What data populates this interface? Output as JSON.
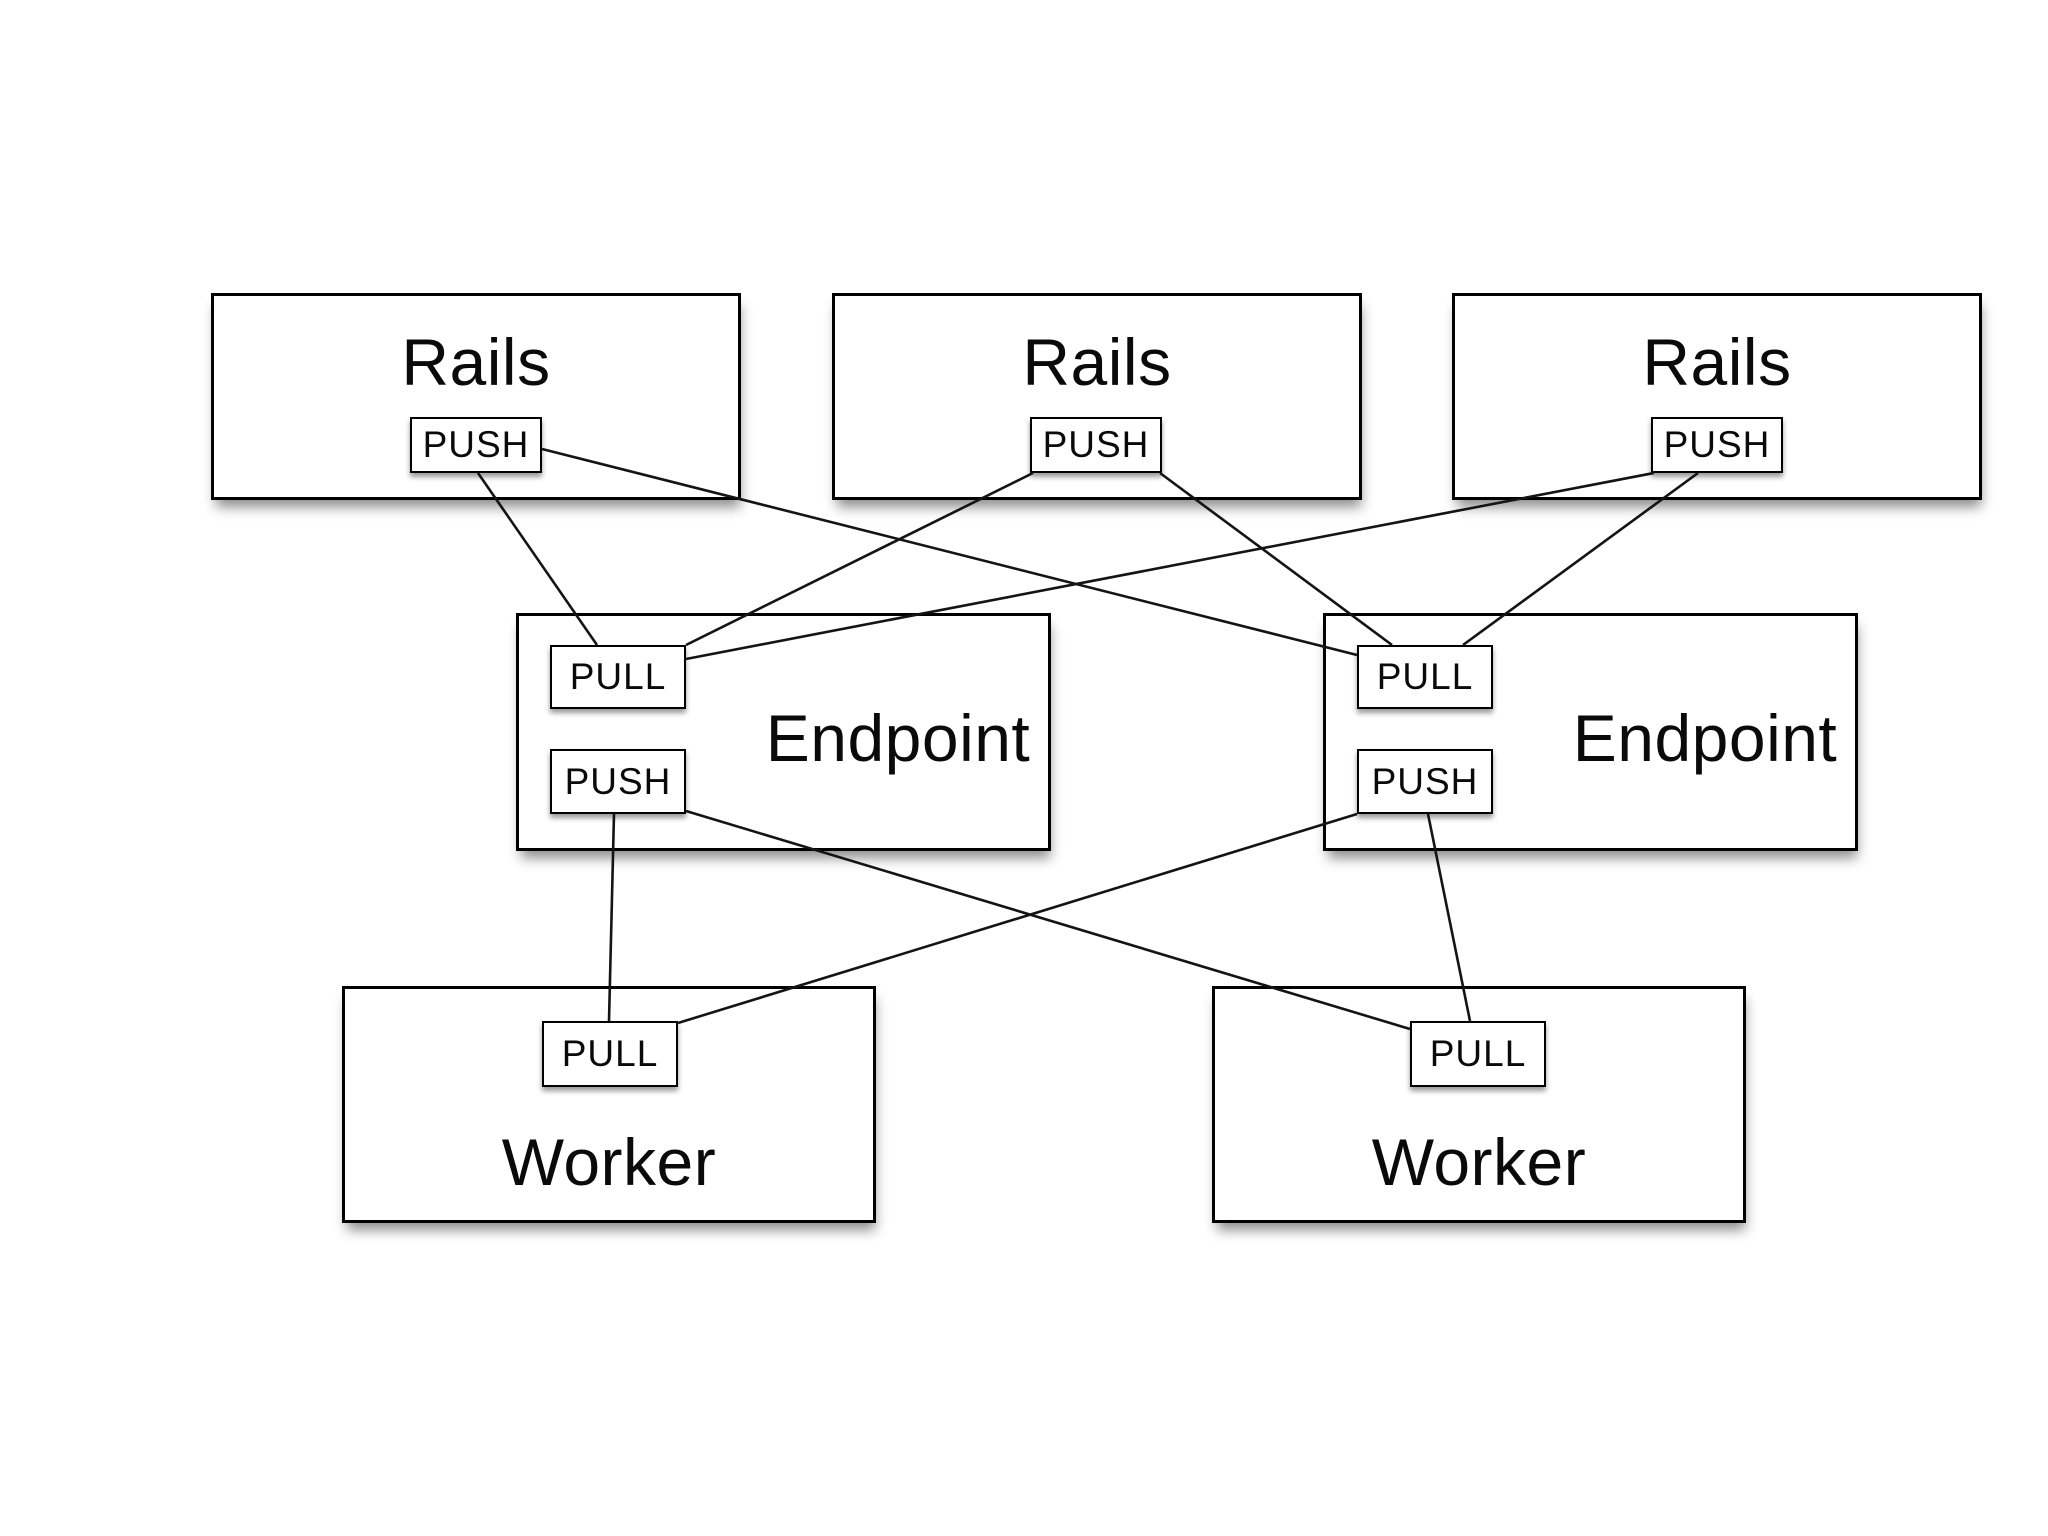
{
  "colors": {
    "background": "#ffffff",
    "box_fill": "#ffffff",
    "box_border": "#000000",
    "edge_line": "#141414",
    "shadow": "rgba(0,0,0,0.45)"
  },
  "diagram": {
    "rails": [
      {
        "title": "Rails",
        "push_label": "PUSH"
      },
      {
        "title": "Rails",
        "push_label": "PUSH"
      },
      {
        "title": "Rails",
        "push_label": "PUSH"
      }
    ],
    "endpoints": [
      {
        "title": "Endpoint",
        "pull_label": "PULL",
        "push_label": "PUSH"
      },
      {
        "title": "Endpoint",
        "pull_label": "PULL",
        "push_label": "PUSH"
      }
    ],
    "workers": [
      {
        "title": "Worker",
        "pull_label": "PULL"
      },
      {
        "title": "Worker",
        "pull_label": "PULL"
      }
    ],
    "connections": [
      {
        "from": "rails-1.push",
        "to": "endpoint-1.pull"
      },
      {
        "from": "rails-1.push",
        "to": "endpoint-2.pull"
      },
      {
        "from": "rails-2.push",
        "to": "endpoint-1.pull"
      },
      {
        "from": "rails-2.push",
        "to": "endpoint-2.pull"
      },
      {
        "from": "rails-3.push",
        "to": "endpoint-1.pull"
      },
      {
        "from": "rails-3.push",
        "to": "endpoint-2.pull"
      },
      {
        "from": "endpoint-1.push",
        "to": "worker-1.pull"
      },
      {
        "from": "endpoint-1.push",
        "to": "worker-2.pull"
      },
      {
        "from": "endpoint-2.push",
        "to": "worker-1.pull"
      },
      {
        "from": "endpoint-2.push",
        "to": "worker-2.pull"
      }
    ]
  }
}
